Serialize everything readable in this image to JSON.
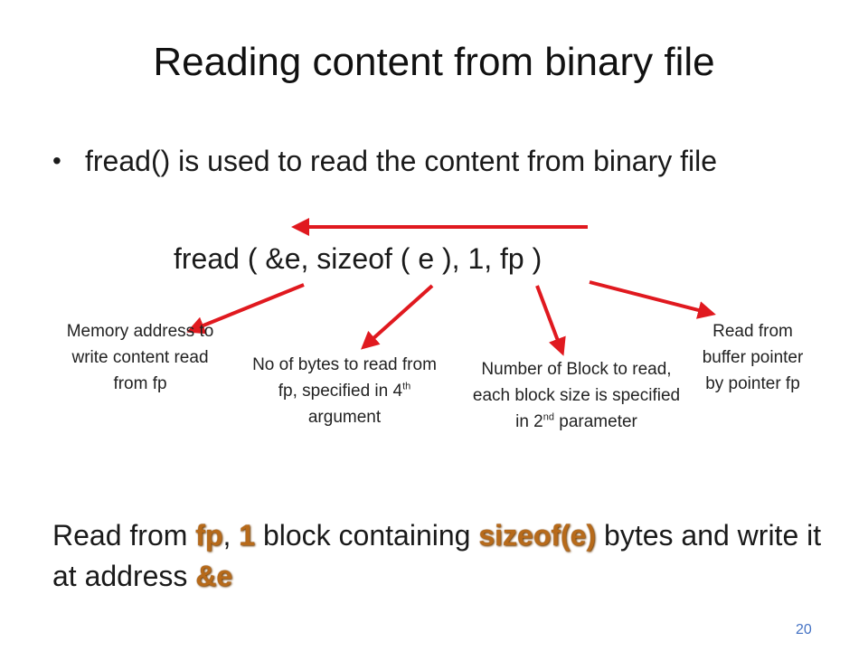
{
  "slide": {
    "title": "Reading content from binary file",
    "bullet": "fread() is used to read the content from binary file",
    "code": "fread ( &e, sizeof ( e ), 1, fp )",
    "notes": {
      "memory": "Memory address to write content read from fp",
      "bytes_pre": "No of bytes to read from fp, specified in 4",
      "bytes_sup": "th",
      "bytes_post": " argument",
      "block_pre": "Number of Block to read, each block size is specified in 2",
      "block_sup": "nd",
      "block_post": " parameter",
      "fp": "Read from buffer pointer by pointer fp"
    },
    "summary": {
      "t1": "Read from ",
      "h1": "fp",
      "t2": ", ",
      "h2": "1",
      "t3": " block containing ",
      "h3": "sizeof(e)",
      "t4": " bytes and write it at address ",
      "h4": "&e"
    },
    "page_number": "20"
  },
  "colors": {
    "arrow": "#e0191f",
    "highlight": "#b76a1a"
  }
}
